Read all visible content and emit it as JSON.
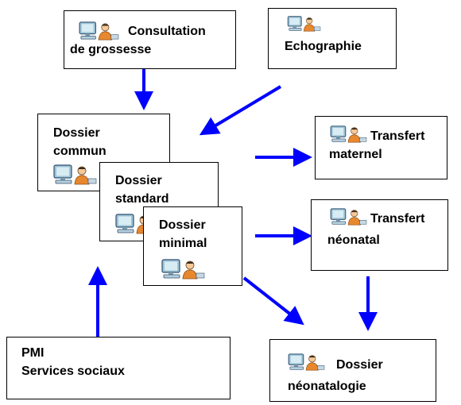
{
  "nodes": {
    "consultation": {
      "line1": "Consultation",
      "line2": "de grossesse"
    },
    "echographie": {
      "line1": "Echographie"
    },
    "dossier_commun": {
      "line1": "Dossier",
      "line2": "commun"
    },
    "dossier_standard": {
      "line1": "Dossier",
      "line2": "standard"
    },
    "dossier_minimal": {
      "line1": "Dossier",
      "line2": "minimal"
    },
    "transfert_maternel": {
      "line1": "Transfert",
      "line2": "maternel"
    },
    "transfert_neonatal": {
      "line1": "Transfert",
      "line2": "néonatal"
    },
    "dossier_neonatalogie": {
      "line1": "Dossier",
      "line2": "néonatalogie"
    },
    "pmi": {
      "line1": "PMI",
      "line2": "Services sociaux"
    }
  },
  "icon": "computer-user-icon",
  "colors": {
    "arrow": "#0000ff",
    "border": "#000000",
    "text": "#000000",
    "monitor": "#9fc4d6",
    "skin": "#f4c898",
    "shirt": "#e8882e"
  }
}
